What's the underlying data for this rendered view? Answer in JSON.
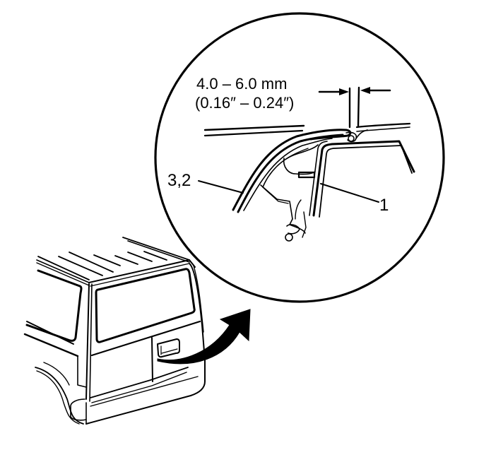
{
  "figure": {
    "kind": "service-manual-illustration",
    "subject": "rear door weatherstrip gap detail",
    "ink_color": "#000000",
    "background_color": "#ffffff"
  },
  "detail_view": {
    "dimension": {
      "metric": "4.0 – 6.0 mm",
      "imperial": "(0.16″ – 0.24″)"
    },
    "callouts": [
      {
        "id": "callout-3-2",
        "label": "3,2"
      },
      {
        "id": "callout-1",
        "label": "1"
      }
    ]
  },
  "overview": {
    "vehicle": "van rear with dual cargo doors",
    "arrow": "curved arrow pointing from door to detail view"
  }
}
